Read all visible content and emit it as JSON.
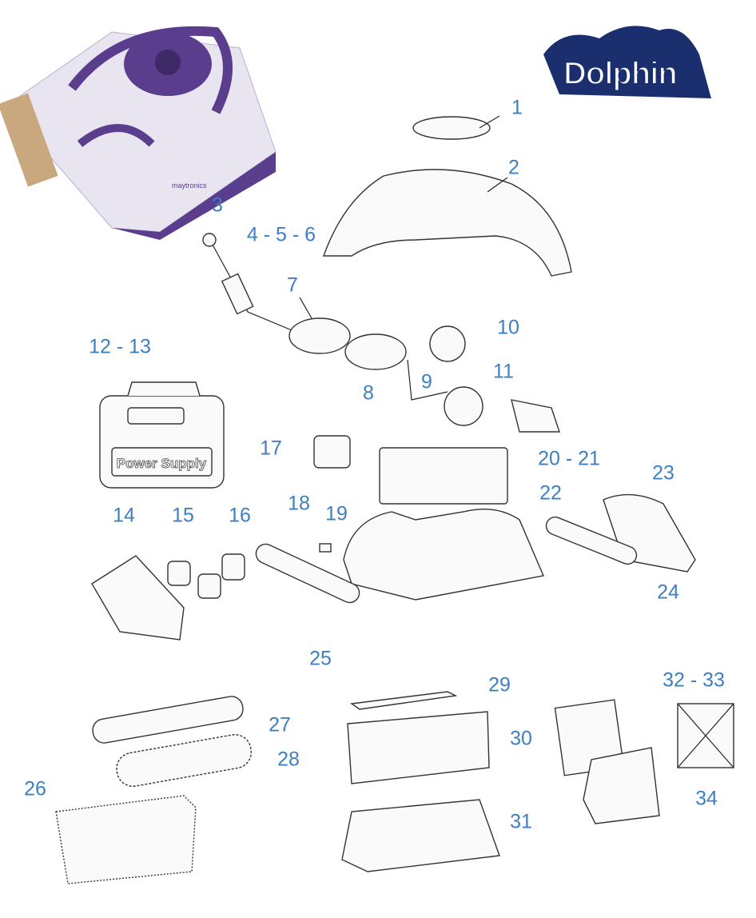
{
  "brand": {
    "logo_text": "Dolphin"
  },
  "colors": {
    "label": "#3d7fc1",
    "logo": "#1b2f6e",
    "robot_purple": "#5b3d8e"
  },
  "product_photo": {
    "text": "maytronics"
  },
  "power_supply": {
    "text": "Power Supply"
  },
  "callouts": [
    {
      "id": "1",
      "label": "1"
    },
    {
      "id": "2",
      "label": "2"
    },
    {
      "id": "3",
      "label": "3"
    },
    {
      "id": "4-6",
      "label": "4 - 5 - 6"
    },
    {
      "id": "7",
      "label": "7"
    },
    {
      "id": "8",
      "label": "8"
    },
    {
      "id": "9",
      "label": "9"
    },
    {
      "id": "10",
      "label": "10"
    },
    {
      "id": "11",
      "label": "11"
    },
    {
      "id": "12-13",
      "label": "12 - 13"
    },
    {
      "id": "14",
      "label": "14"
    },
    {
      "id": "15",
      "label": "15"
    },
    {
      "id": "16",
      "label": "16"
    },
    {
      "id": "17",
      "label": "17"
    },
    {
      "id": "18",
      "label": "18"
    },
    {
      "id": "19",
      "label": "19"
    },
    {
      "id": "20-21",
      "label": "20 - 21"
    },
    {
      "id": "22",
      "label": "22"
    },
    {
      "id": "23",
      "label": "23"
    },
    {
      "id": "24",
      "label": "24"
    },
    {
      "id": "25",
      "label": "25"
    },
    {
      "id": "26",
      "label": "26"
    },
    {
      "id": "27",
      "label": "27"
    },
    {
      "id": "28",
      "label": "28"
    },
    {
      "id": "29",
      "label": "29"
    },
    {
      "id": "30",
      "label": "30"
    },
    {
      "id": "31",
      "label": "31"
    },
    {
      "id": "32-33",
      "label": "32 - 33"
    },
    {
      "id": "34",
      "label": "34"
    }
  ]
}
